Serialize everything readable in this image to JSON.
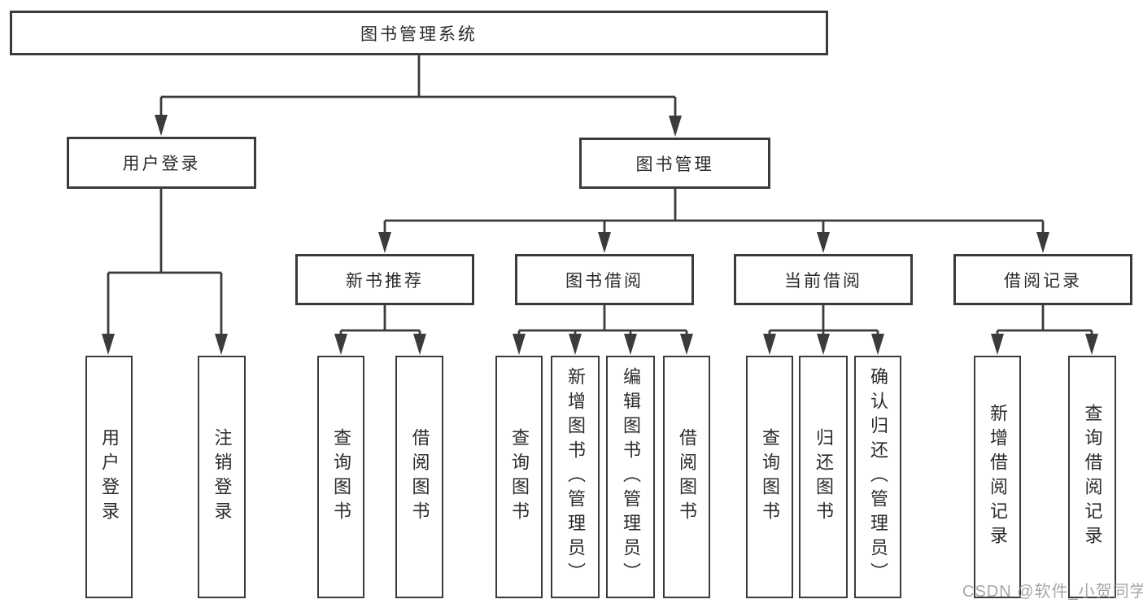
{
  "diagram_title": "图书管理系统",
  "tree": {
    "label": "图书管理系统",
    "children": [
      {
        "label": "用户登录",
        "children": [
          {
            "label": "用户登录"
          },
          {
            "label": "注销登录"
          }
        ]
      },
      {
        "label": "图书管理",
        "children": [
          {
            "label": "新书推荐",
            "children": [
              {
                "label": "查询图书"
              },
              {
                "label": "借阅图书"
              }
            ]
          },
          {
            "label": "图书借阅",
            "children": [
              {
                "label": "查询图书"
              },
              {
                "label": "新增图书（管理员）"
              },
              {
                "label": "编辑图书（管理员）"
              },
              {
                "label": "借阅图书"
              }
            ]
          },
          {
            "label": "当前借阅",
            "children": [
              {
                "label": "查询图书"
              },
              {
                "label": "归还图书"
              },
              {
                "label": "确认归还（管理员）"
              }
            ]
          },
          {
            "label": "借阅记录",
            "children": [
              {
                "label": "新增借阅记录"
              },
              {
                "label": "查询借阅记录"
              }
            ]
          }
        ]
      }
    ]
  },
  "watermark": {
    "text": "CSDN @软件_小贺同学"
  },
  "colors": {
    "line": "#3b3b3b",
    "box_border": "#3b3b3b",
    "text": "#2b2b2b",
    "watermark": "#969696",
    "background": "#ffffff"
  }
}
